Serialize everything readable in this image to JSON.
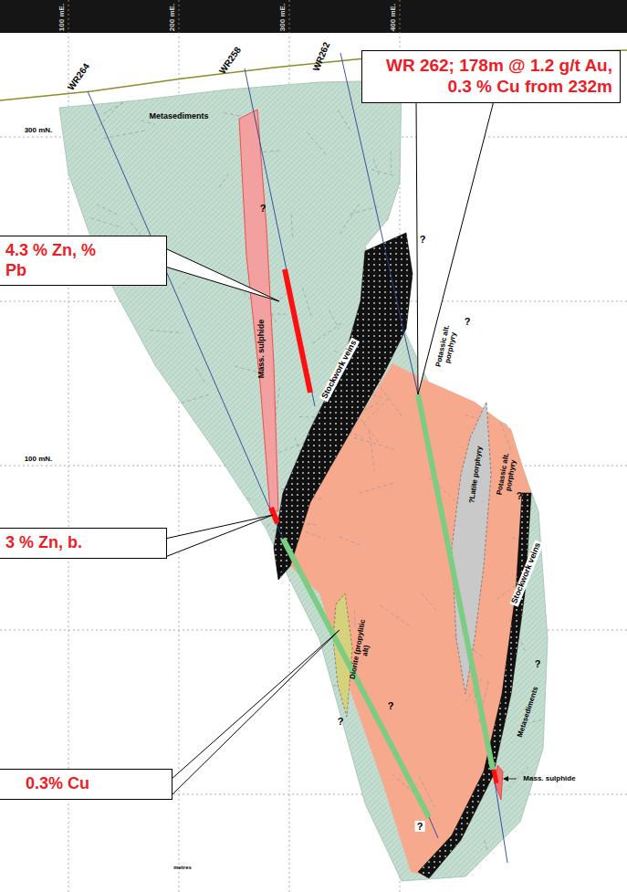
{
  "diagram": {
    "nodes": [
      {
        "text": [
          "WR 262; 178m @ 1.2 g/t Au, 0.3 % Cu from 232m"
        ]
      },
      {
        "text": [
          "4.3 % Zn, % Pb"
        ]
      },
      {
        "text": [
          "3 % Zn, b."
        ]
      },
      {
        "text": [
          "0.3% Cu"
        ]
      }
    ],
    "labels": [
      "100 mE.",
      "200 mE.",
      "300 mE.",
      "400 mE.",
      "WR264",
      "WR258",
      "WR262",
      "300 mN.",
      "Metasediments",
      "?",
      "?",
      "Mass. sulphide",
      "Stockwork veins",
      "Potassic alt. porphyry",
      "?",
      "?Latite porphyry",
      "100 mN.",
      "Potassic alt. porphyry",
      "?",
      "Stockwork veins",
      "?",
      "Diorite (propylitic alt)",
      "Metasediments",
      "?",
      "?",
      "?",
      "Mass. sulphide",
      "metres",
      "?"
    ]
  }
}
